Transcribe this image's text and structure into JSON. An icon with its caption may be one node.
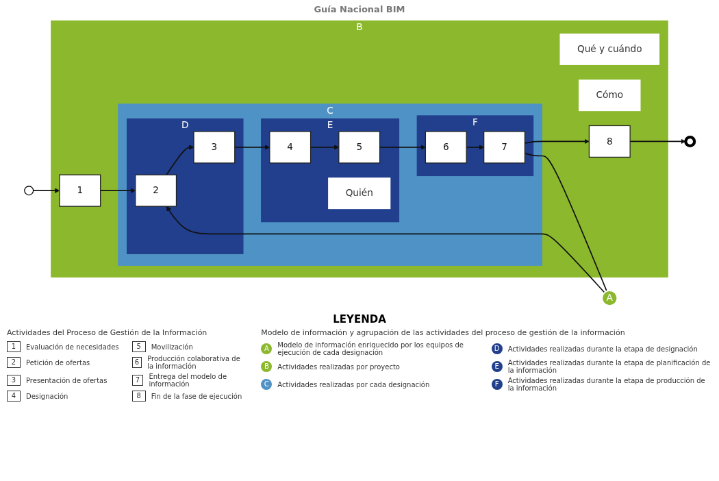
{
  "diagram": {
    "title": "Guía Nacional BIM",
    "nodes": [
      {
        "text": [],
        "shape": "circle"
      },
      {
        "text": [
          "A"
        ]
      },
      {
        "text": [
          "B"
        ]
      },
      {
        "text": [
          "C"
        ],
        "in": 2
      },
      {
        "text": [
          "D"
        ],
        "in": 3
      },
      {
        "text": [
          "1"
        ],
        "in": 2
      },
      {
        "text": [
          "2"
        ],
        "in": 4
      },
      {
        "text": [
          "3"
        ],
        "in": 4
      },
      {
        "text": [
          "Qué y cuándo"
        ],
        "in": 2
      },
      {
        "text": [
          "E"
        ],
        "in": 3
      },
      {
        "text": [
          "4"
        ],
        "in": 9
      },
      {
        "text": [
          "5"
        ],
        "in": 9
      },
      {
        "text": [
          "Quién"
        ],
        "in": 9
      },
      {
        "text": [
          "F"
        ],
        "in": 3
      },
      {
        "text": [
          "6"
        ],
        "in": 13
      },
      {
        "text": [
          "7"
        ],
        "in": 13
      },
      {
        "text": [
          "Cómo"
        ],
        "in": 2
      },
      {
        "text": [
          "8"
        ],
        "in": 2
      },
      {
        "text": [],
        "shape": "circle"
      }
    ],
    "edges": [
      {
        "from": 0,
        "to": 5,
        "arrow": "to"
      },
      {
        "from": 5,
        "to": 6,
        "arrow": "to"
      },
      {
        "from": 6,
        "to": 7,
        "arrow": "to"
      },
      {
        "from": 7,
        "to": 10,
        "arrow": "to"
      },
      {
        "from": 10,
        "to": 11,
        "arrow": "to"
      },
      {
        "from": 11,
        "to": 14,
        "arrow": "to"
      },
      {
        "from": 14,
        "to": 15,
        "arrow": "to"
      },
      {
        "from": 15,
        "to": 17,
        "arrow": "to"
      },
      {
        "from": 17,
        "to": 18,
        "arrow": "to"
      },
      {
        "from": 15,
        "to": 1,
        "arrow": "none"
      },
      {
        "from": 1,
        "to": 6,
        "arrow": "to"
      }
    ],
    "labels": [
      "LEYENDA",
      "Actividades del Proceso de Gestión de la Información",
      "1",
      "2",
      "3",
      "4",
      "5",
      "6",
      "7",
      "8",
      "Modelo de información y agrupación de las actividades del proceso de gestión de la información",
      "A",
      "B",
      "C",
      "D",
      "E",
      "F"
    ],
    "legend": [
      {
        "text": "Evaluación de necesidades"
      },
      {
        "text": "Petición de ofertas"
      },
      {
        "text": "Presentación de ofertas"
      },
      {
        "text": "Designación"
      },
      {
        "text": "Movilización"
      },
      {
        "text": "Producción colaborativa de la información"
      },
      {
        "text": "Entrega del modelo de información"
      },
      {
        "text": "Fin de la fase de ejecución"
      },
      {
        "text": "Modelo de información enriquecido por los equipos de ejecución de cada designación",
        "color": "#8cb82d"
      },
      {
        "text": "Actividades realizadas por proyecto",
        "color": "#8cb82d"
      },
      {
        "text": "Actividades realizadas por cada designación",
        "color": "#4f93c6"
      },
      {
        "text": "Actividades realizadas durante la etapa de designación",
        "color": "#213f8c"
      },
      {
        "text": "Actividades realizadas durante la etapa de planificación de la información",
        "color": "#213f8c"
      },
      {
        "text": "Actividades realizadas durante la etapa de producción de la información",
        "color": "#213f8c"
      }
    ]
  }
}
